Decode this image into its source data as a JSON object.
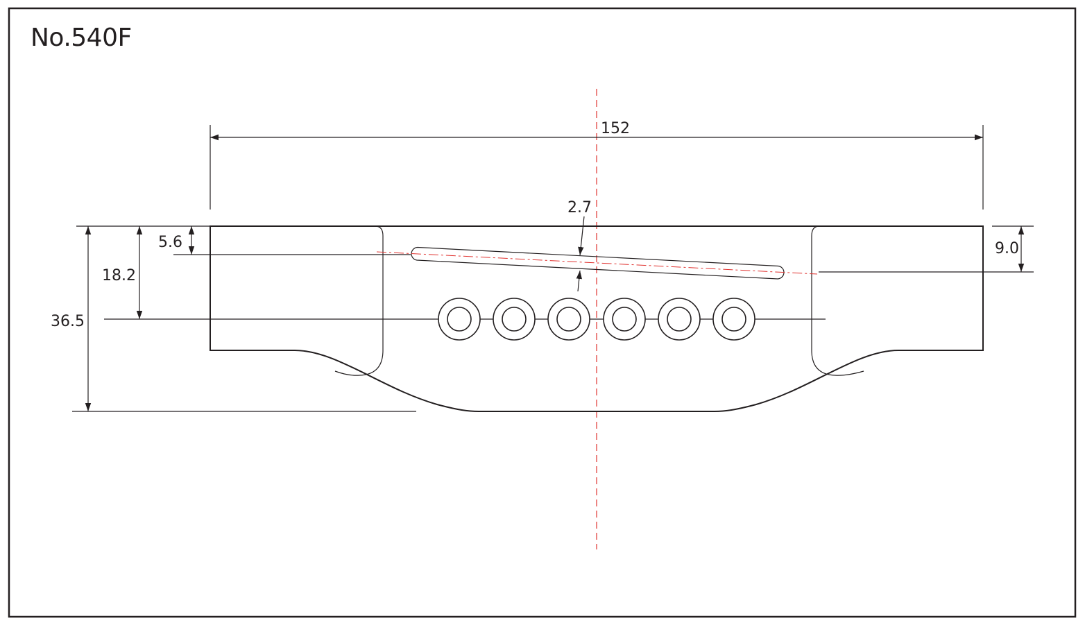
{
  "title": "No.540F",
  "dimensions": {
    "overall_width": "152",
    "saddle_slot_width": "2.7",
    "slot_offset_top": "5.6",
    "pin_row_offset": "18.2",
    "overall_height": "36.5",
    "slot_offset_right": "9.0"
  },
  "colors": {
    "line": "#231f20",
    "centerline": "#e0322f",
    "background": "#ffffff"
  }
}
